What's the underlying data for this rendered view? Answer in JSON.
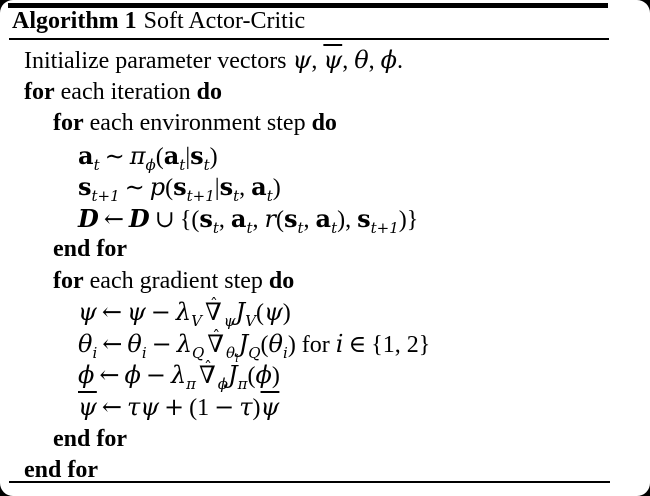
{
  "colors": {
    "background": "#000000",
    "paper": "#ffffff",
    "text": "#000000",
    "rule": "#000000"
  },
  "algorithm": {
    "label": "Algorithm 1",
    "title": "Soft Actor-Critic",
    "lines": [
      {
        "indent": 0,
        "tokens": [
          [
            "tx",
            "Initialize parameter vectors "
          ],
          [
            "it",
            "ψ"
          ],
          [
            "tx",
            ", "
          ],
          [
            "bar",
            "ψ"
          ],
          [
            "tx",
            ", "
          ],
          [
            "it",
            "θ"
          ],
          [
            "tx",
            ", "
          ],
          [
            "it",
            "ϕ"
          ],
          [
            "tx",
            "."
          ]
        ]
      },
      {
        "indent": 0,
        "tokens": [
          [
            "kw",
            "for"
          ],
          [
            "tx",
            " each iteration "
          ],
          [
            "kw",
            "do"
          ]
        ]
      },
      {
        "indent": 1,
        "tokens": [
          [
            "kw",
            "for"
          ],
          [
            "tx",
            " each environment step "
          ],
          [
            "kw",
            "do"
          ]
        ]
      },
      {
        "indent": 2,
        "tokens": [
          [
            "bf",
            "a"
          ],
          [
            "sub",
            "t"
          ],
          [
            "op",
            "∼"
          ],
          [
            "it",
            "π"
          ],
          [
            "sub",
            "ϕ"
          ],
          [
            "tx",
            "("
          ],
          [
            "bf",
            "a"
          ],
          [
            "sub",
            "t"
          ],
          [
            "tx",
            "|"
          ],
          [
            "bf",
            "s"
          ],
          [
            "sub",
            "t"
          ],
          [
            "tx",
            ")"
          ]
        ]
      },
      {
        "indent": 2,
        "tokens": [
          [
            "bf",
            "s"
          ],
          [
            "sub",
            "t+1"
          ],
          [
            "op",
            "∼"
          ],
          [
            "it",
            "p"
          ],
          [
            "tx",
            "("
          ],
          [
            "bf",
            "s"
          ],
          [
            "sub",
            "t+1"
          ],
          [
            "tx",
            "|"
          ],
          [
            "bf",
            "s"
          ],
          [
            "sub",
            "t"
          ],
          [
            "tx",
            ", "
          ],
          [
            "bf",
            "a"
          ],
          [
            "sub",
            "t"
          ],
          [
            "tx",
            ")"
          ]
        ]
      },
      {
        "indent": 2,
        "tokens": [
          [
            "sc",
            "D"
          ],
          [
            "op",
            "←"
          ],
          [
            "sc",
            "D"
          ],
          [
            "op",
            "∪"
          ],
          [
            "tx",
            "{("
          ],
          [
            "bf",
            "s"
          ],
          [
            "sub",
            "t"
          ],
          [
            "tx",
            ", "
          ],
          [
            "bf",
            "a"
          ],
          [
            "sub",
            "t"
          ],
          [
            "tx",
            ", "
          ],
          [
            "it",
            "r"
          ],
          [
            "tx",
            "("
          ],
          [
            "bf",
            "s"
          ],
          [
            "sub",
            "t"
          ],
          [
            "tx",
            ", "
          ],
          [
            "bf",
            "a"
          ],
          [
            "sub",
            "t"
          ],
          [
            "tx",
            "), "
          ],
          [
            "bf",
            "s"
          ],
          [
            "sub",
            "t+1"
          ],
          [
            "tx",
            ")}"
          ]
        ]
      },
      {
        "indent": 1,
        "tokens": [
          [
            "kw",
            "end for"
          ]
        ]
      },
      {
        "indent": 1,
        "tokens": [
          [
            "kw",
            "for"
          ],
          [
            "tx",
            " each gradient step "
          ],
          [
            "kw",
            "do"
          ]
        ]
      },
      {
        "indent": 2,
        "tokens": [
          [
            "it",
            "ψ"
          ],
          [
            "op",
            "←"
          ],
          [
            "it",
            "ψ"
          ],
          [
            "op",
            "−"
          ],
          [
            "it",
            "λ"
          ],
          [
            "sub",
            "V"
          ],
          [
            "nh",
            "∇",
            "ˆ"
          ],
          [
            "sub",
            "ψ"
          ],
          [
            "it",
            "J"
          ],
          [
            "sub",
            "V"
          ],
          [
            "tx",
            "("
          ],
          [
            "it",
            "ψ"
          ],
          [
            "tx",
            ")"
          ]
        ]
      },
      {
        "indent": 2,
        "tokens": [
          [
            "it",
            "θ"
          ],
          [
            "sub",
            "i"
          ],
          [
            "op",
            "←"
          ],
          [
            "it",
            "θ"
          ],
          [
            "sub",
            "i"
          ],
          [
            "op",
            "−"
          ],
          [
            "it",
            "λ"
          ],
          [
            "sub",
            "Q"
          ],
          [
            "nh",
            "∇",
            "ˆ"
          ],
          [
            "sub2",
            "θ",
            "i"
          ],
          [
            "it",
            "J"
          ],
          [
            "sub",
            "Q"
          ],
          [
            "tx",
            "("
          ],
          [
            "it",
            "θ"
          ],
          [
            "sub",
            "i"
          ],
          [
            "tx",
            ") for "
          ],
          [
            "it",
            "i"
          ],
          [
            "op",
            "∈"
          ],
          [
            "tx",
            "{1, 2}"
          ]
        ]
      },
      {
        "indent": 2,
        "tokens": [
          [
            "it",
            "ϕ"
          ],
          [
            "op",
            "←"
          ],
          [
            "it",
            "ϕ"
          ],
          [
            "op",
            "−"
          ],
          [
            "it",
            "λ"
          ],
          [
            "sub",
            "π"
          ],
          [
            "nh",
            "∇",
            "ˆ"
          ],
          [
            "sub",
            "ϕ"
          ],
          [
            "it",
            "J"
          ],
          [
            "sub",
            "π"
          ],
          [
            "tx",
            "("
          ],
          [
            "it",
            "ϕ"
          ],
          [
            "tx",
            ")"
          ]
        ]
      },
      {
        "indent": 2,
        "tokens": [
          [
            "bar",
            "ψ"
          ],
          [
            "op",
            "←"
          ],
          [
            "it",
            "τψ"
          ],
          [
            "op",
            "+"
          ],
          [
            "tx",
            "(1"
          ],
          [
            "op",
            "−"
          ],
          [
            "it",
            "τ"
          ],
          [
            "tx",
            ")"
          ],
          [
            "bar",
            "ψ"
          ]
        ]
      },
      {
        "indent": 1,
        "tokens": [
          [
            "kw",
            "end for"
          ]
        ]
      },
      {
        "indent": 0,
        "tokens": [
          [
            "kw",
            "end for"
          ]
        ]
      }
    ]
  }
}
